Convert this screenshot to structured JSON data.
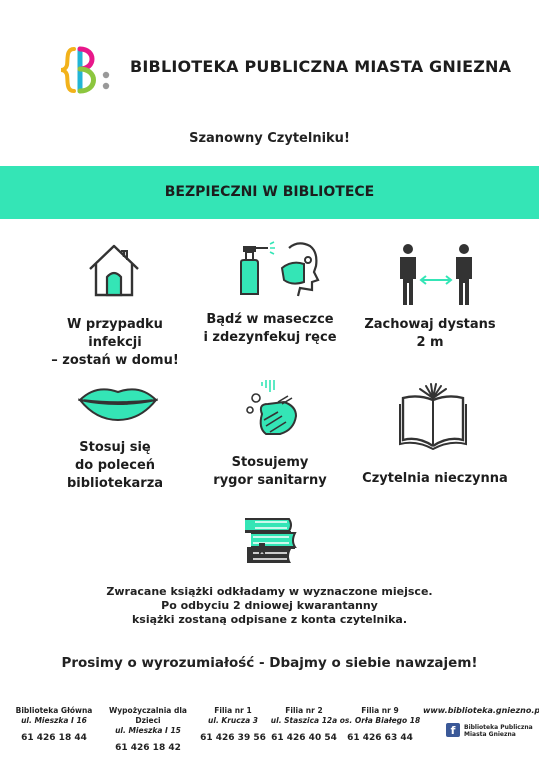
{
  "header": {
    "organization": "BIBLIOTEKA PUBLICZNA MIASTA GNIEZNA",
    "logo_icon": "library-logo-icon"
  },
  "greeting": "Szanowny Czytelniku!",
  "banner": {
    "title": "BEZPIECZNI W BIBLIOTECE",
    "color": "#34e5b6"
  },
  "rules": [
    {
      "icon": "house-icon",
      "line1": "W przypadku infekcji",
      "line2": "– zostań w domu!"
    },
    {
      "icon": "mask-sanitizer-icon",
      "line1": "Bądź w maseczce",
      "line2": "i zdezynfekuj ręce"
    },
    {
      "icon": "distance-icon",
      "line1": "Zachowaj dystans",
      "line2": "2 m"
    },
    {
      "icon": "lips-icon",
      "line1": "Stosuj się",
      "line2": "do poleceń",
      "line3": "bibliotekarza"
    },
    {
      "icon": "hand-wash-icon",
      "line1": "Stosujemy",
      "line2": "rygor sanitarny"
    },
    {
      "icon": "open-book-icon",
      "line1": "Czytelnia nieczynna"
    }
  ],
  "books_icon": "books-stack-icon",
  "note": {
    "line1": "Zwracane książki odkładamy w wyznaczone miejsce.",
    "line2": "Po odbyciu 2 dniowej kwarantanny",
    "line3": "książki zostaną odpisane z konta czytelnika."
  },
  "slogan": "Prosimy o wyrozumiałość - Dbajmy o siebie nawzajem!",
  "footer": {
    "branches": [
      {
        "name": "Biblioteka Główna",
        "address": "ul. Mieszka I 16",
        "phone": "61 426 18 44"
      },
      {
        "name": "Wypożyczalnia dla Dzieci",
        "address": "ul. Mieszka I 15",
        "phone": "61 426 18 42"
      },
      {
        "name": "Filia nr 1",
        "address": "ul. Krucza 3",
        "phone": "61 426 39 56"
      },
      {
        "name": "Filia nr 2",
        "address": "ul. Staszica 12a",
        "phone": "61 426 40 54"
      },
      {
        "name": "Filia nr 9",
        "address": "os. Orła Białego 18",
        "phone": "61 426 63 44"
      }
    ],
    "website": "www.biblioteka.gniezno.pl",
    "facebook_line1": "Biblioteka Publiczna",
    "facebook_line2": "Miasta Gniezna",
    "facebook_icon": "facebook-icon"
  }
}
